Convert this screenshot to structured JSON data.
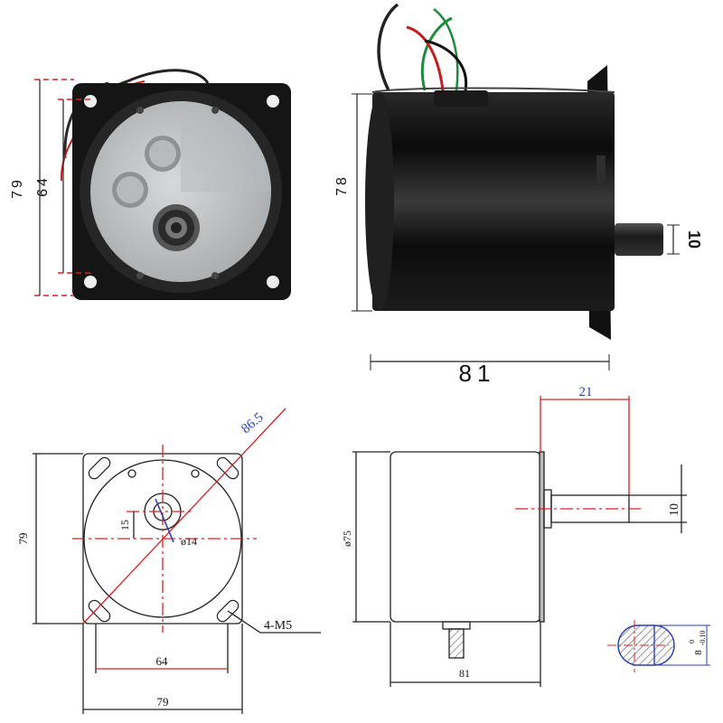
{
  "colors": {
    "motor_body": "#0d0d0d",
    "flange": "#141414",
    "end_cap": "#c9cbcc",
    "drawing_line": "#222222",
    "dimension_red": "#d92020",
    "dimension_blue": "#2a3fb0",
    "hatch": "#555555"
  },
  "photo_front": {
    "dim_outer": "79",
    "dim_inner": "64"
  },
  "photo_side": {
    "dim_height": "78",
    "dim_length": "81",
    "dim_shaft": "10",
    "wire_colors": [
      "#222222",
      "#c41e1e",
      "#1e8a3c",
      "#111111"
    ]
  },
  "drawing_front": {
    "dim_diagonal": "86.5",
    "dim_height": "79",
    "dim_offset": "15",
    "dim_boss": "ø14",
    "dim_hole_spacing": "64",
    "dim_width": "79",
    "holes_label": "4-M5"
  },
  "drawing_side": {
    "dim_shaft_length": "21",
    "dim_shaft_dia": "10",
    "dim_body_dia": "ø75",
    "dim_body_length": "81"
  },
  "drawing_section": {
    "dim_flat": "8",
    "tol_upper": "0",
    "tol_lower": "-0.10"
  }
}
